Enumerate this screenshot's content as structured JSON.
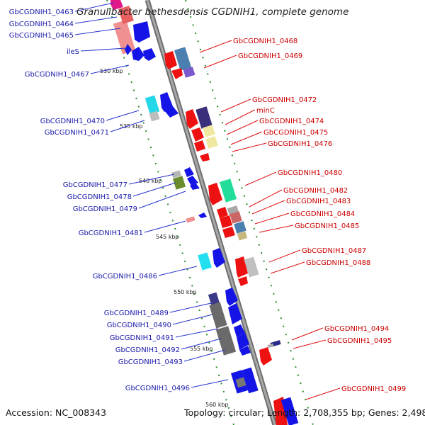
{
  "title": "Granulibacter bethesdensis CGDNIH1, complete genome",
  "footer": {
    "accession": "Accession: NC_008343",
    "topology": "Topology: circular; Length: 2,708,355 bp; Genes: 2,498"
  },
  "colors": {
    "left_label": "#1a1aaa",
    "right_label": "#cc0000",
    "leader_left": "#2233cc",
    "leader_right": "#dd1111",
    "track_tick": "#2a8a2a",
    "axis": "#8e8e8e"
  },
  "scale_ticks": [
    {
      "label": "530 kbp"
    },
    {
      "label": "535 kbp"
    },
    {
      "label": "540 kbp"
    },
    {
      "label": "545 kbp"
    },
    {
      "label": "550 kbp"
    },
    {
      "label": "555 kbp"
    },
    {
      "label": "560 kbp"
    }
  ],
  "left_labels": [
    "GbCGDNIH1_0463",
    "GbCGDNIH1_0464",
    "GbCGDNIH1_0465",
    "ileS",
    "GbCGDNIH1_0467",
    "GbCGDNIH1_0470",
    "GbCGDNIH1_0471",
    "GbCGDNIH1_0477",
    "GbCGDNIH1_0478",
    "GbCGDNIH1_0479",
    "GbCGDNIH1_0481",
    "GbCGDNIH1_0486",
    "GbCGDNIH1_0489",
    "GbCGDNIH1_0490",
    "GbCGDNIH1_0491",
    "GbCGDNIH1_0492",
    "GbCGDNIH1_0493",
    "GbCGDNIH1_0496"
  ],
  "right_labels": [
    "GbCGDNIH1_0468",
    "GbCGDNIH1_0469",
    "GbCGDNIH1_0472",
    "minC",
    "GbCGDNIH1_0474",
    "GbCGDNIH1_0475",
    "GbCGDNIH1_0476",
    "GbCGDNIH1_0480",
    "GbCGDNIH1_0482",
    "GbCGDNIH1_0483",
    "GbCGDNIH1_0484",
    "GbCGDNIH1_0485",
    "GbCGDNIH1_0487",
    "GbCGDNIH1_0488",
    "GbCGDNIH1_0494",
    "GbCGDNIH1_0495",
    "GbCGDNIH1_0499"
  ]
}
